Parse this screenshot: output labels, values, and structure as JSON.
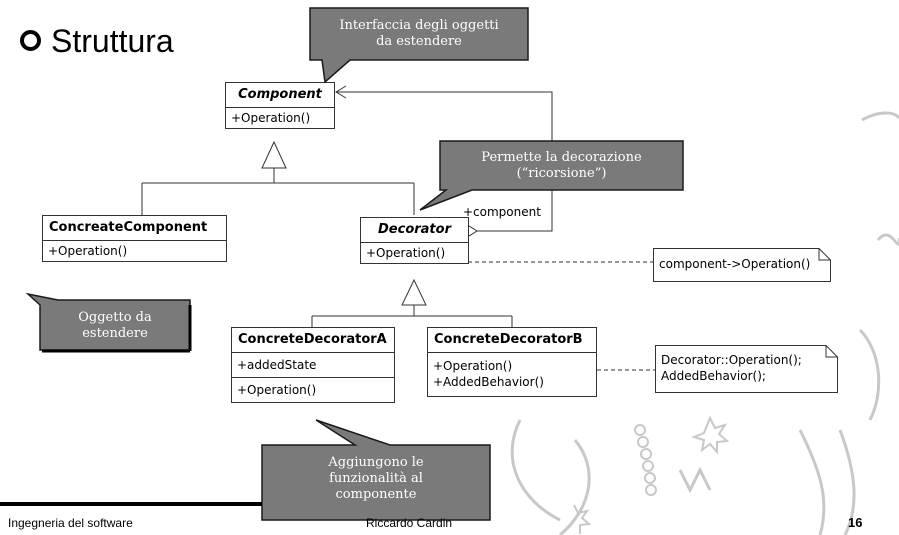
{
  "title": "Struttura",
  "classes": {
    "component": {
      "name": "Component",
      "operations": "+Operation()"
    },
    "concrete_component": {
      "name": "ConcreateComponent",
      "operations": "+Operation()"
    },
    "decorator": {
      "name": "Decorator",
      "operations": "+Operation()"
    },
    "decorator_a": {
      "name": "ConcreteDecoratorA",
      "attributes": "+addedState",
      "operations": "+Operation()"
    },
    "decorator_b": {
      "name": "ConcreteDecoratorB",
      "operations_1": "+Operation()",
      "operations_2": "+AddedBehavior()"
    }
  },
  "association_label": "+component",
  "notes": {
    "decorator_note": "component->Operation()",
    "decorator_b_note_1": "Decorator::Operation();",
    "decorator_b_note_2": "AddedBehavior();"
  },
  "callouts": {
    "interface": [
      "Interfaccia degli oggetti",
      "da estendere"
    ],
    "recursion": [
      "Permette la decorazione",
      "(“ricorsione”)"
    ],
    "object": [
      "Oggetto da",
      "estendere"
    ],
    "added": [
      "Aggiungono le",
      "funzionalità al",
      "componente"
    ]
  },
  "footer": {
    "left": "Ingegneria del software",
    "center": "Riccardo Cardin",
    "page": "16"
  },
  "colors": {
    "callout_fill": "#7a7a7a",
    "callout_border": "#1a1a1a",
    "footer_line": "#000000"
  }
}
